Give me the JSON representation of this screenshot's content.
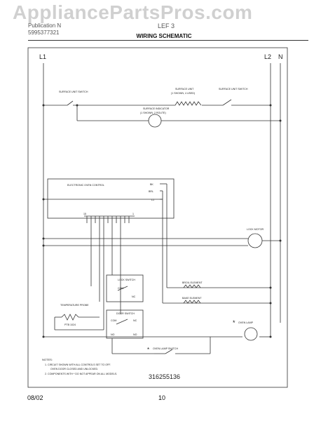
{
  "watermark": "AppliancePartsPros.com",
  "header": {
    "publication_label": "Publication N",
    "publication_number": "5995377321",
    "model": "LEF 3",
    "title": "WIRING SCHEMATIC"
  },
  "lines": {
    "l1": "L1",
    "l2": "L2",
    "n": "N"
  },
  "labels": {
    "surface_unit_switch_left": "SURFACE UNIT SWITCH",
    "surface_unit": "SURFACE UNIT",
    "surface_unit_detail": "(1 SHOWN, 4 USED)",
    "surface_unit_switch_right": "SURFACE UNIT SWITCH",
    "surface_indicator": "SURFACE INDICATOR",
    "surface_indicator_detail": "(1 SHOWN, 2 ROUTE)",
    "electronic_oven_control": "ELECTRONIC OVEN CONTROL",
    "bake_terminal": "BK",
    "broil_terminal": "BRL",
    "l1_terminal": "L1",
    "pin_15": "15",
    "pin_1": "1",
    "lock_motor": "LOCK MOTOR",
    "lock_switch": "LOCK SWITCH",
    "com": "COM",
    "nc": "NC",
    "broil_element": "BROIL ELEMENT",
    "bake_element": "BAKE ELEMENT",
    "temperature_probe": "TEMPERATURE PROBE",
    "probe_detail": "PTB 1024",
    "door_switch": "DOOR SWITCH",
    "no": "NO",
    "oven_lamp": "OVEN LAMP",
    "oven_lamp_switch": "OVEN LAMP SWITCH",
    "asterisk": "*"
  },
  "notes": {
    "heading": "NOTES:",
    "note1a": "1.   CIRCUIT SHOWN WITH ALL CONTROLS SET TO OFF.",
    "note1b": "OVEN DOOR CLOSED AND UNLOCKED.",
    "note2": "2.   COMPONENTS WITH * DO NOT APPEAR ON ALL MODELS."
  },
  "part_number": "316255136",
  "footer": {
    "date": "08/02",
    "page": "10"
  }
}
